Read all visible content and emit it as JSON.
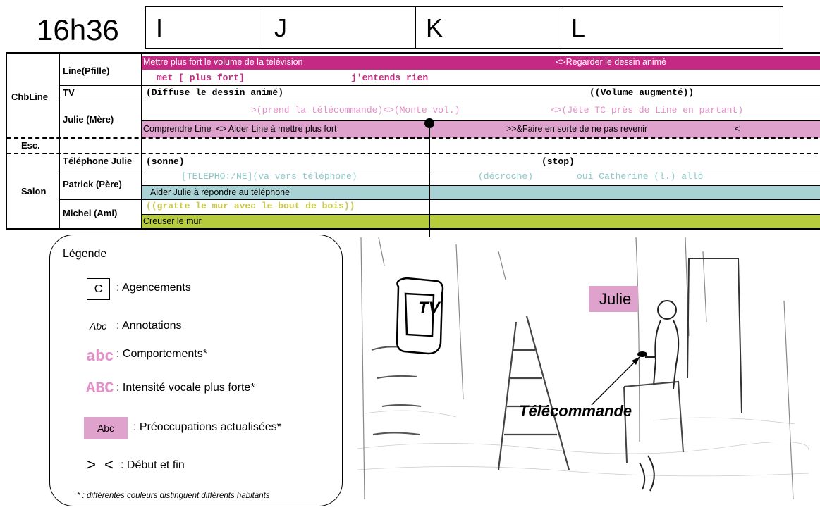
{
  "time": "16h36",
  "agencements": [
    "I",
    "J",
    "K",
    "L"
  ],
  "locations": {
    "chbline": "ChbLine",
    "esc": "Esc.",
    "salon": "Salon"
  },
  "actors": {
    "line": "Line(Pfille)",
    "tv": "TV",
    "julie": "Julie (Mère)",
    "telephone": "Téléphone Julie",
    "patrick": "Patrick (Père)",
    "michel": "Michel (Ami)"
  },
  "rows": {
    "line_preoc_1": "Mettre plus fort le volume de la télévision",
    "line_preoc_2": "<>Regarder le dessin animé",
    "line_comp_1": "met [ plus fort]",
    "line_comp_2": "j'entends rien",
    "tv_comp_1": "(Diffuse le dessin animé)",
    "tv_comp_2": "((Volume augmenté))",
    "julie_comp_1": ">(prend la télécommande)<>(Monte vol.)",
    "julie_comp_2": "<>(Jète TC près de Line en partant)",
    "julie_preoc_1": "Comprendre Line  <> Aider Line à mettre plus fort",
    "julie_preoc_2": ">>&Faire en sorte de ne pas revenir",
    "julie_preoc_3": "<",
    "tel_comp_1": "(sonne)",
    "tel_comp_2": "(stop)",
    "patrick_comp_1": "[TELEPHO:/NE](va vers téléphone)",
    "patrick_comp_2": "(décroche)",
    "patrick_comp_3": "oui Catherine (l.) allô",
    "patrick_preoc": "Aider Julie à répondre au téléphone",
    "michel_comp": "((gratte le mur avec le bout de bois))",
    "michel_preoc": "Creuser le mur"
  },
  "colors": {
    "line": "#c42a83",
    "line_text": "#c42a83",
    "julie_band": "#dea2cd",
    "julie_text": "#e38fc8",
    "patrick_band": "#a9d2d4",
    "patrick_text": "#8cc8ca",
    "michel_band": "#b6cc3c",
    "michel_text": "#c9c84a"
  },
  "legend": {
    "title": "Légende",
    "agencements_sample": "C",
    "agencements_label": ": Agencements",
    "annotations_sample": "Abc",
    "annotations_label": ": Annotations",
    "comportements_sample": "abc",
    "comportements_label": ": Comportements*",
    "intensite_sample": "ABC",
    "intensite_label": ": Intensité vocale plus forte*",
    "preoc_sample": "Abc",
    "preoc_label": ": Préoccupations actualisées*",
    "debut_sample": ">  <",
    "debut_label": ": Début et fin",
    "footnote": "* : différentes couleurs distinguent différents habitants"
  },
  "photo": {
    "tv_label": "TV",
    "julie_label": "Julie",
    "telecommande_label": "Télécommande"
  }
}
